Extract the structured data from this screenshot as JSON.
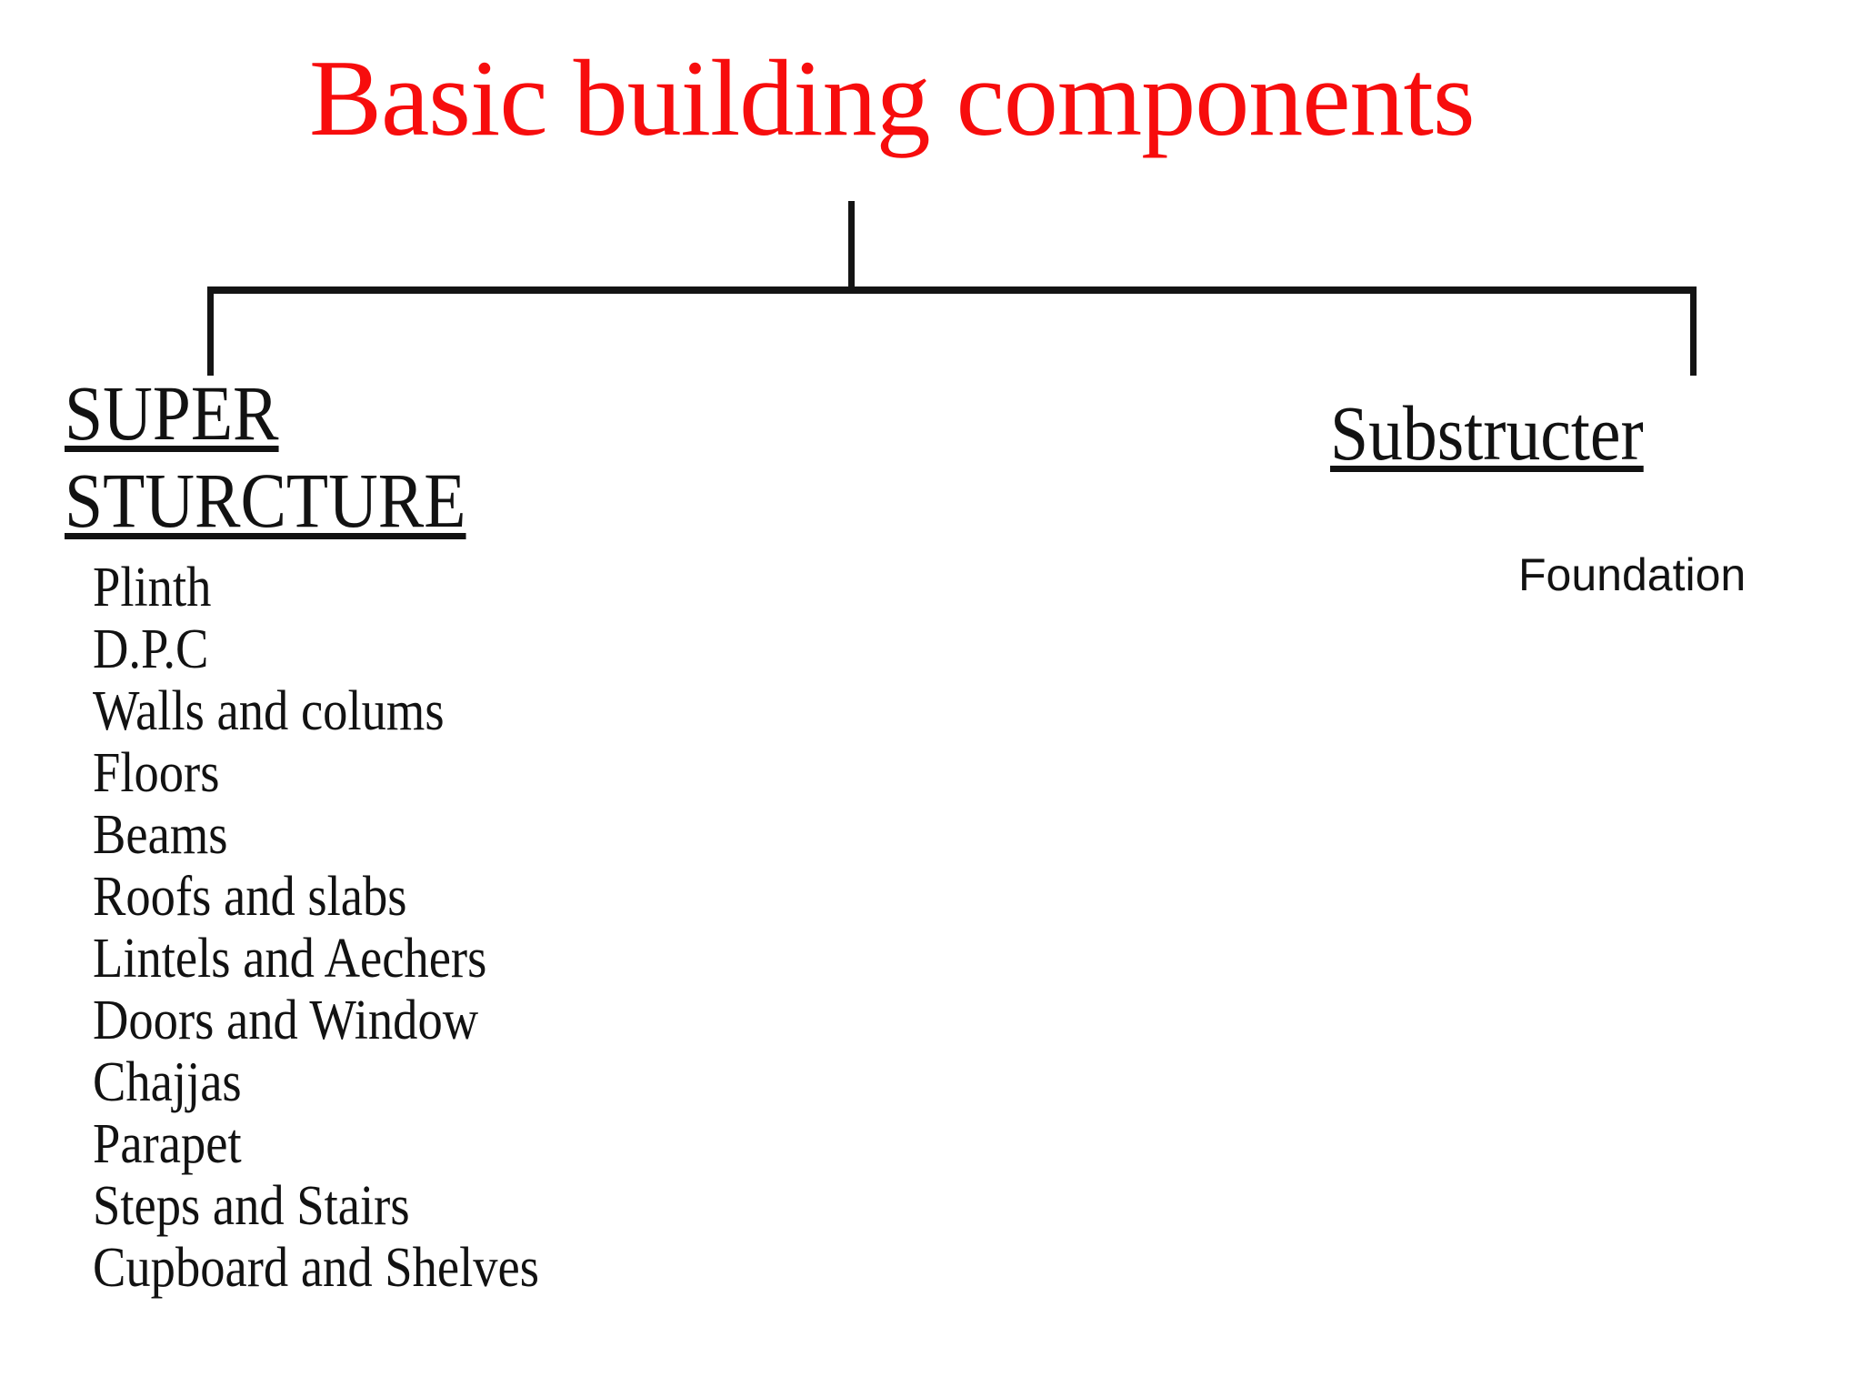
{
  "title": "Basic building components",
  "left_branch": {
    "heading": "SUPER STURCTURE",
    "items": [
      "Plinth",
      "D.P.C",
      "Walls and colums",
      "Floors",
      "Beams",
      "Roofs and slabs",
      "Lintels and Aechers",
      "Doors and Window",
      "Chajjas",
      "Parapet",
      "Steps and Stairs",
      "Cupboard and Shelves"
    ]
  },
  "right_branch": {
    "heading": "Substructer",
    "items": [
      "Foundation"
    ]
  },
  "colors": {
    "title": "#f70d0d",
    "text": "#121212",
    "connector": "#141414",
    "background": "#ffffff"
  }
}
